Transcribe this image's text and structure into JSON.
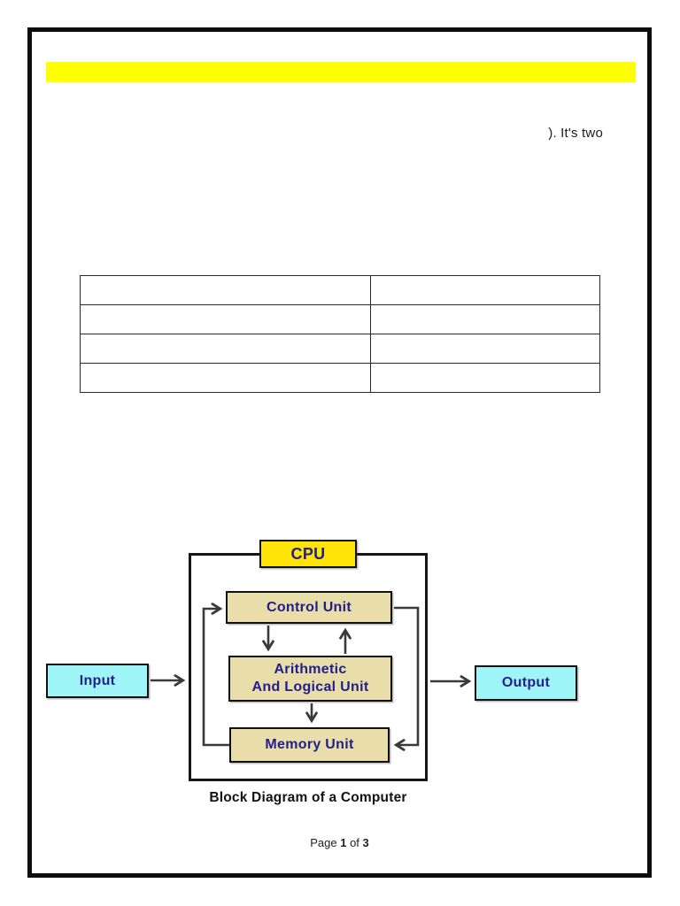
{
  "document": {
    "highlighted_line": "",
    "fragment_text": "). It's two",
    "footer": {
      "page_word": "Page ",
      "page_number": "1",
      "of_word": " of ",
      "total_pages": "3"
    }
  },
  "table": {
    "rows": 4,
    "columns": 2,
    "cells": [
      [
        "",
        ""
      ],
      [
        "",
        ""
      ],
      [
        "",
        ""
      ],
      [
        "",
        ""
      ]
    ]
  },
  "diagram": {
    "caption": "Block Diagram of a Computer",
    "cpu_label": "CPU",
    "control_unit_label": "Control Unit",
    "alu_label_line1": "Arithmetic",
    "alu_label_line2": "And Logical Unit",
    "memory_unit_label": "Memory Unit",
    "input_label": "Input",
    "output_label": "Output",
    "colors": {
      "cpu_fill": "#ffe405",
      "unit_fill": "#e9dda9",
      "io_fill": "#9ff4f8",
      "label_text": "#21208d",
      "highlight": "#ffff00",
      "arrow": "#3a3a3a"
    }
  }
}
